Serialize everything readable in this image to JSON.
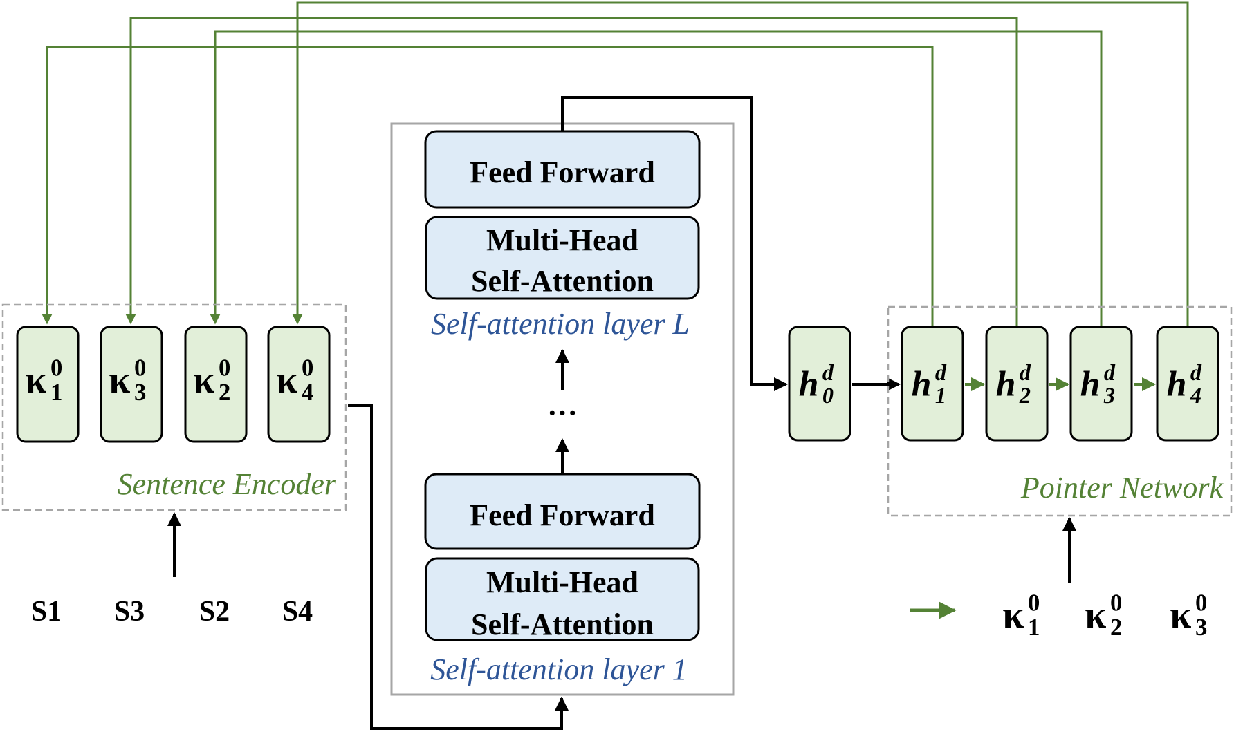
{
  "colors": {
    "green_line": "#548235",
    "green_fill": "#E2EFD9",
    "blue_fill": "#DEEBF7",
    "blue_text": "#2E5597",
    "green_text": "#548235",
    "box_stroke": "#000000",
    "frame_gray": "#A6A6A6",
    "dash_gray": "#A6A6A6"
  },
  "encoder": {
    "label": "Sentence Encoder",
    "cells": [
      {
        "sym": "κ",
        "sub": "1",
        "sup": "0"
      },
      {
        "sym": "κ",
        "sub": "3",
        "sup": "0"
      },
      {
        "sym": "κ",
        "sub": "2",
        "sup": "0"
      },
      {
        "sym": "κ",
        "sub": "4",
        "sup": "0"
      }
    ],
    "sentences": [
      "S1",
      "S3",
      "S2",
      "S4"
    ]
  },
  "transformer": {
    "top_layer": {
      "ffn_label": "Feed Forward",
      "attn_line1": "Multi-Head",
      "attn_line2": "Self-Attention",
      "caption": "Self-attention layer L"
    },
    "ellipsis": "···",
    "bottom_layer": {
      "ffn_label": "Feed Forward",
      "attn_line1": "Multi-Head",
      "attn_line2": "Self-Attention",
      "caption": "Self-attention layer 1"
    }
  },
  "decoder_init": {
    "sym": "h",
    "sup": "d",
    "sub": "0"
  },
  "pointer": {
    "label": "Pointer Network",
    "cells": [
      {
        "sym": "h",
        "sup": "d",
        "sub": "1"
      },
      {
        "sym": "h",
        "sup": "d",
        "sub": "2"
      },
      {
        "sym": "h",
        "sup": "d",
        "sub": "3"
      },
      {
        "sym": "h",
        "sup": "d",
        "sub": "4"
      }
    ],
    "inputs": [
      {
        "sym": "κ",
        "sub": "1",
        "sup": "0"
      },
      {
        "sym": "κ",
        "sub": "2",
        "sup": "0"
      },
      {
        "sym": "κ",
        "sub": "3",
        "sup": "0"
      }
    ]
  }
}
